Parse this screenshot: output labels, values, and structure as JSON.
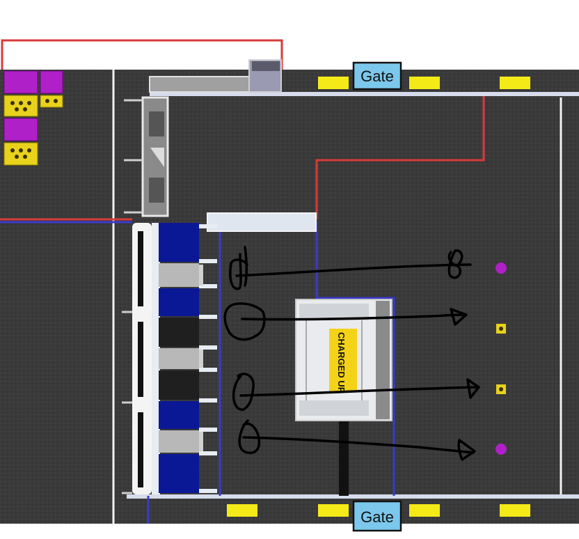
{
  "labels": {
    "gate_top": "Gate",
    "gate_bottom": "Gate",
    "charge_station": "CHARGED UP"
  },
  "colors": {
    "carpet": "#3a3a3a",
    "field_line": "#f2f2f2",
    "red_line": "#d83a3a",
    "blue_line": "#3a3acc",
    "node_blue": "#0a1896",
    "node_dark": "#1f1f1f",
    "node_gray": "#b8b8b8",
    "cube": "#b020c8",
    "cone": "#e8d21c",
    "gate_fill": "#7cc8ec",
    "path_ink": "#000000"
  },
  "game_pieces": [
    {
      "kind": "cube"
    },
    {
      "kind": "cone"
    },
    {
      "kind": "cone"
    },
    {
      "kind": "cube"
    }
  ],
  "drawn_paths": [
    {
      "id": "path-1"
    },
    {
      "id": "path-2"
    },
    {
      "id": "path-3"
    },
    {
      "id": "path-4"
    }
  ]
}
